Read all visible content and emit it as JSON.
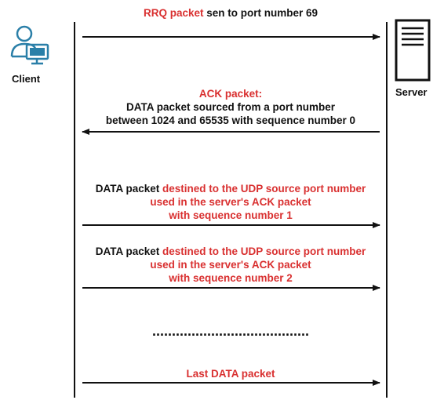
{
  "colors": {
    "accent": "#d93030",
    "text": "#111111",
    "icon_blue": "#2a7fa8"
  },
  "participants": {
    "client": {
      "label": "Client",
      "icon": "user-at-computer-icon"
    },
    "server": {
      "label": "Server",
      "icon": "server-tower-icon"
    }
  },
  "messages": [
    {
      "direction": "client-to-server",
      "lines": [
        [
          {
            "t": "RRQ packet",
            "c": "red"
          },
          {
            "t": " sen to port number 69",
            "c": "blk"
          }
        ]
      ]
    },
    {
      "direction": "server-to-client",
      "lines": [
        [
          {
            "t": "ACK packet:",
            "c": "red"
          }
        ],
        [
          {
            "t": "DATA packet sourced from a port number",
            "c": "blk"
          }
        ],
        [
          {
            "t": "between 1024 and 65535 with sequence number 0",
            "c": "blk"
          }
        ]
      ]
    },
    {
      "direction": "client-to-server",
      "lines": [
        [
          {
            "t": "DATA packet ",
            "c": "blk"
          },
          {
            "t": "destined to the UDP source port number",
            "c": "red"
          }
        ],
        [
          {
            "t": "used in the server's ACK packet",
            "c": "red"
          }
        ],
        [
          {
            "t": "with sequence number 1",
            "c": "red"
          }
        ]
      ]
    },
    {
      "direction": "client-to-server",
      "lines": [
        [
          {
            "t": "DATA packet ",
            "c": "blk"
          },
          {
            "t": "destined to the UDP source port number",
            "c": "red"
          }
        ],
        [
          {
            "t": "used in the server's ACK packet",
            "c": "red"
          }
        ],
        [
          {
            "t": "with sequence number 2",
            "c": "red"
          }
        ]
      ]
    },
    {
      "direction": "client-to-server",
      "lines": [
        [
          {
            "t": "Last DATA packet",
            "c": "red"
          }
        ]
      ]
    }
  ],
  "ellipsis": "........................................"
}
